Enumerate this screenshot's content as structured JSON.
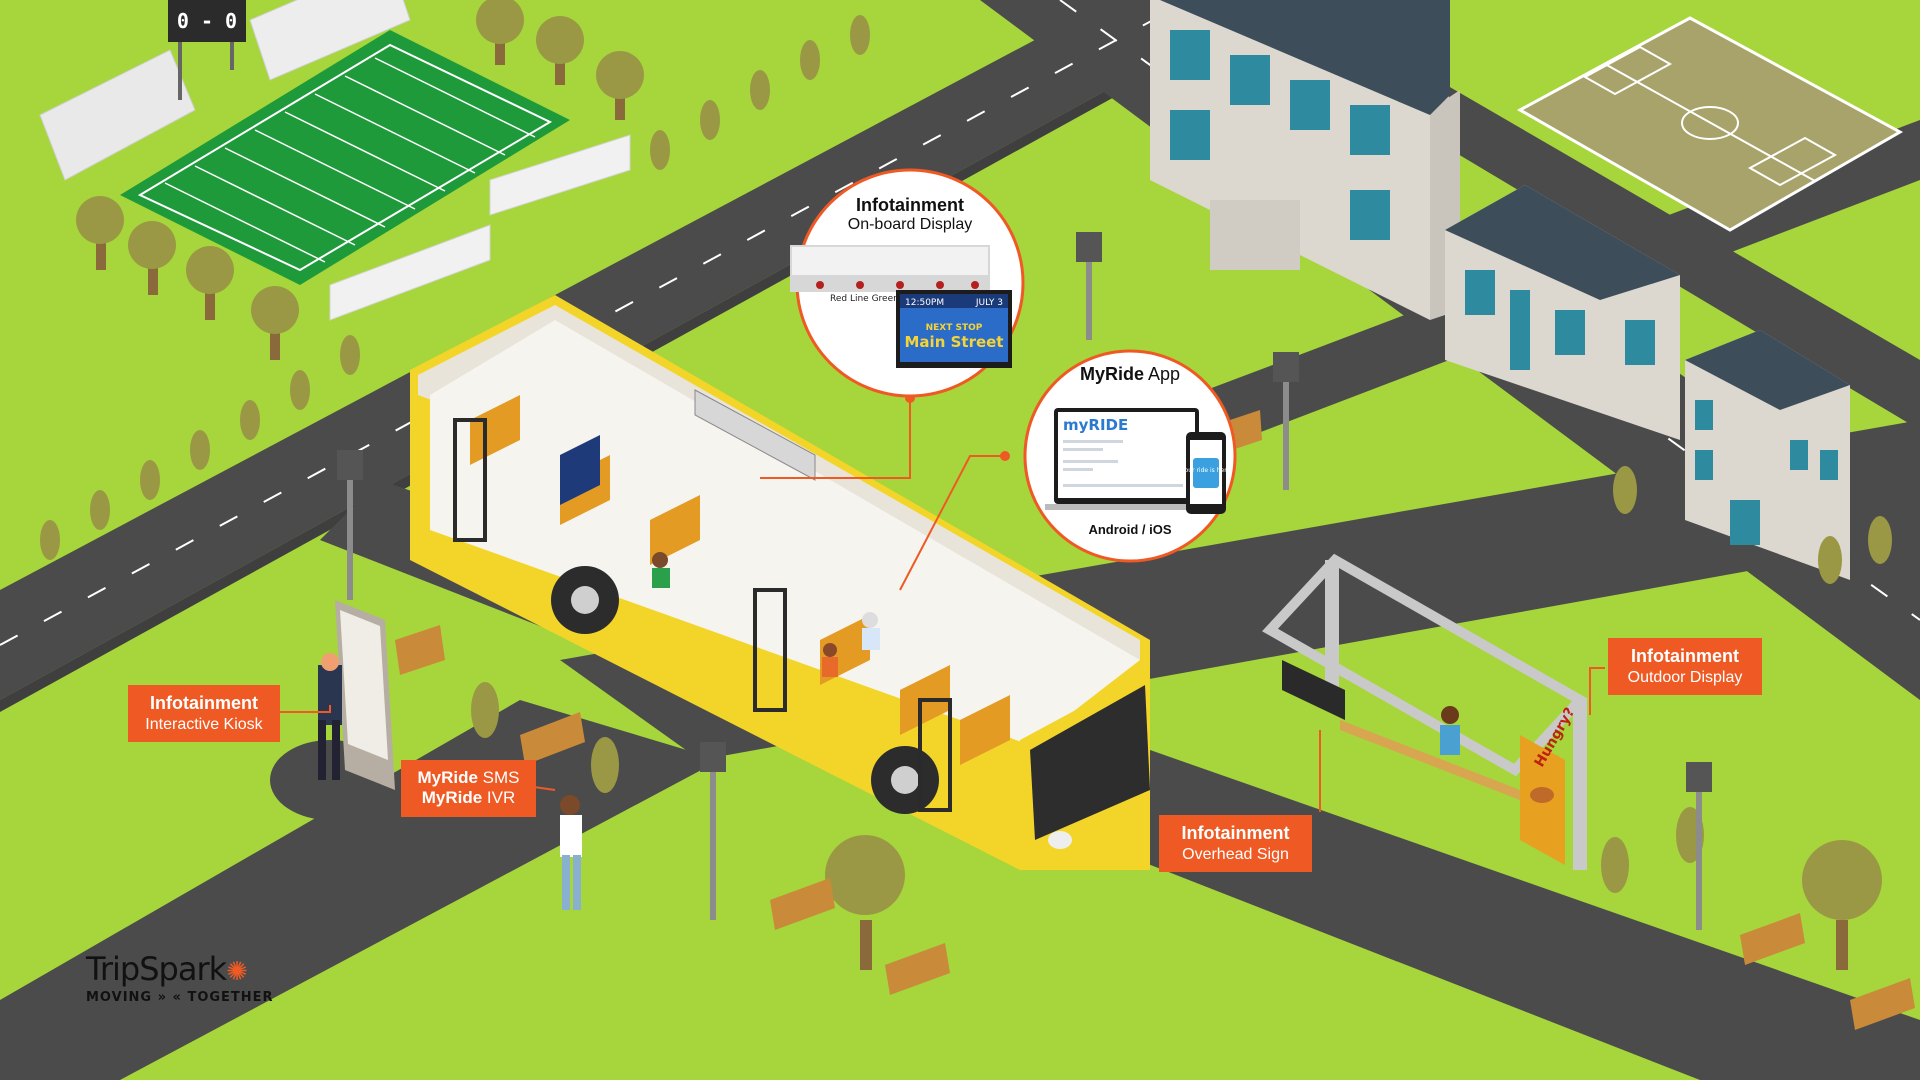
{
  "scoreboard": {
    "score": "0 - 0"
  },
  "onboard_display": {
    "title": "Infotainment",
    "subtitle": "On-board Display",
    "screen_time": "12:50PM",
    "screen_date": "JULY 3",
    "screen_next": "NEXT STOP",
    "screen_stop": "Main Street",
    "strip_text": "Red Line   Green Pond"
  },
  "myride_app": {
    "title_bold": "MyRide",
    "title_rest": "App",
    "app_logo": "myRIDE",
    "phone_text": "Your ride is here",
    "platforms": "Android / iOS"
  },
  "callouts": {
    "kiosk": {
      "title": "Infotainment",
      "subtitle": "Interactive Kiosk"
    },
    "sms": {
      "line1_bold": "MyRide",
      "line1_rest": "SMS",
      "line2_bold": "MyRide",
      "line2_rest": "IVR"
    },
    "overhead": {
      "title": "Infotainment",
      "subtitle": "Overhead Sign"
    },
    "outdoor": {
      "title": "Infotainment",
      "subtitle": "Outdoor Display"
    }
  },
  "shelter_ad": {
    "text": "Hungry?"
  },
  "logo": {
    "brand": "TripSpark",
    "tagline": "MOVING » « TOGETHER"
  },
  "colors": {
    "grass": "#a6d63b",
    "road": "#4a4a4a",
    "accent": "#ef5a24",
    "bus": "#f3d52a",
    "field": "#1f9a3a"
  }
}
